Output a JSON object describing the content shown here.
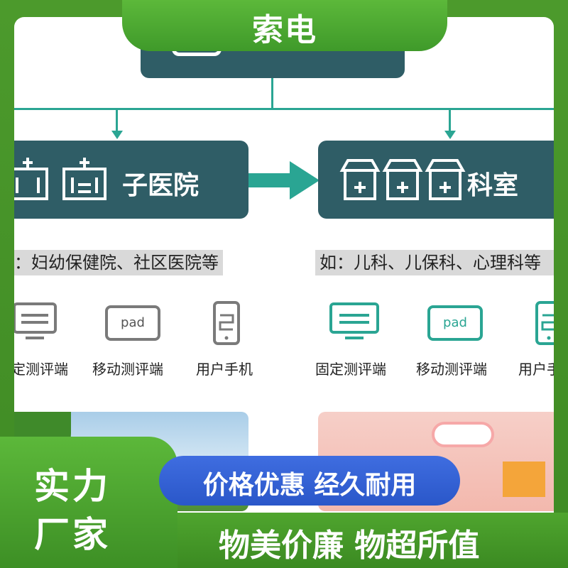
{
  "colors": {
    "green": "#4a9a2c",
    "teal": "#2aa593",
    "dark_box": "#2f5d66",
    "blue_pill": "#3260d6"
  },
  "top_banner": {
    "title": "索电"
  },
  "diagram": {
    "left_box": {
      "title": "子医院",
      "icon": "hospital-icon"
    },
    "right_box": {
      "title": "科室",
      "icon": "store-icon"
    },
    "left_caption": "：妇幼保健院、社区医院等",
    "right_caption": "如：儿科、儿保科、心理科等",
    "left_devices": [
      {
        "label": "定测评端",
        "icon": "monitor-icon"
      },
      {
        "label": "移动测评端",
        "icon": "pad-icon",
        "icon_text": "pad"
      },
      {
        "label": "用户手机",
        "icon": "phone-icon"
      }
    ],
    "right_devices": [
      {
        "label": "固定测评端",
        "icon": "monitor-icon"
      },
      {
        "label": "移动测评端",
        "icon": "pad-icon",
        "icon_text": "pad"
      },
      {
        "label": "用户手",
        "icon": "phone-icon"
      }
    ]
  },
  "left_badge": {
    "line1": "实力",
    "line2": "厂家"
  },
  "pill": {
    "text": "价格优惠 经久耐用"
  },
  "bottom_bar": {
    "text": "物美价廉 物超所值"
  }
}
